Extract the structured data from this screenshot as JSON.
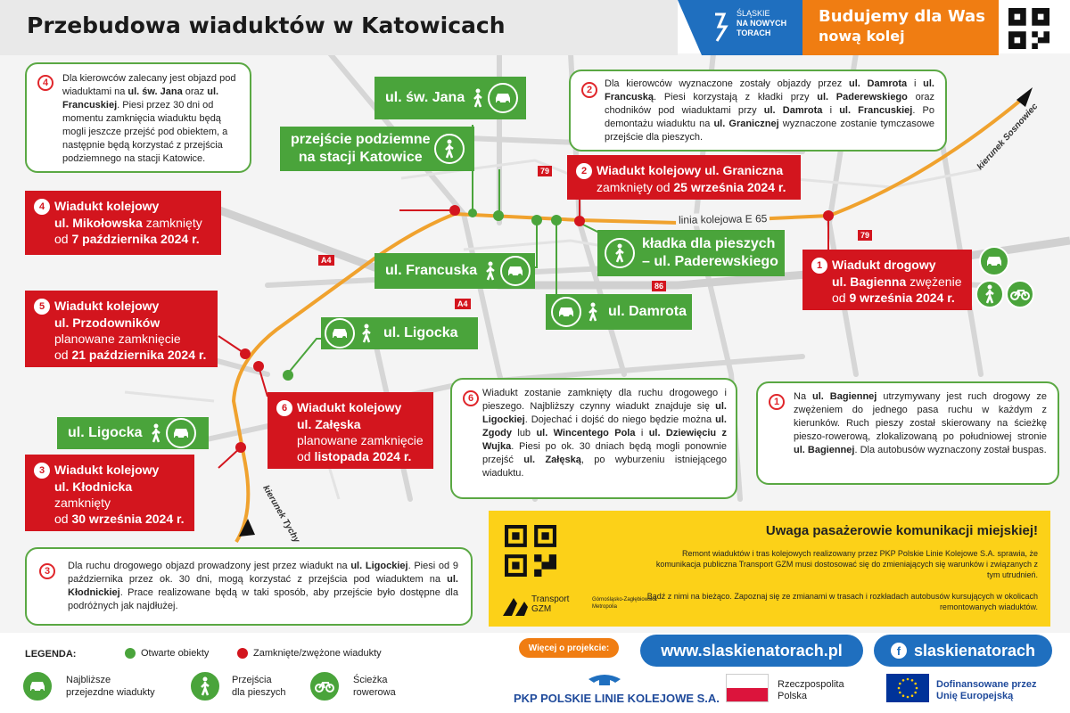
{
  "header": {
    "title": "Przebudowa wiaduktów w Katowicach",
    "brand_lines": [
      "ŚLĄSKIE",
      "NA NOWYCH",
      "TORACH"
    ],
    "slogan_1": "Budujemy dla Was",
    "slogan_2": "nową kolej"
  },
  "map_labels": {
    "railway": "linia kolejowa E 65",
    "dir_sosnowiec": "kierunek Sosnowiec",
    "dir_tychy": "kierunek Tychy",
    "road_79a": "79",
    "road_79b": "79",
    "road_a4a": "A4",
    "road_a4b": "A4",
    "road_86": "86"
  },
  "info_boxes": {
    "box4": {
      "num": "4",
      "text_html": "Dla kierowców zalecany jest objazd pod wiaduktami na <b>ul. św. Jana</b> oraz <b>ul. Francuskiej</b>. Piesi przez 30 dni od momentu zamknięcia wiaduktu będą mogli jeszcze przejść pod obiektem, a następnie będą korzystać z przejścia podziemnego na stacji Katowice."
    },
    "box2": {
      "num": "2",
      "text_html": "Dla kierowców wyznaczone zostały objazdy przez <b>ul. Damrota</b> i <b>ul. Francuską</b>. Piesi korzystają z kładki przy <b>ul. Paderewskiego</b> oraz chodników pod wiaduktami przy <b>ul. Damrota</b> i <b>ul. Francuskiej</b>. Po demontażu wiaduktu na <b>ul. Granicznej</b> wyznaczone zostanie tymczasowe przejście dla pieszych."
    },
    "box6": {
      "num": "6",
      "text_html": "Wiadukt zostanie zamknięty dla ruchu drogowego i pieszego. Najbliższy czynny wiadukt znajduje się <b>ul. Ligockiej</b>. Dojechać i dojść do niego będzie można <b>ul. Zgody</b> lub <b>ul. Wincentego Pola</b> i <b>ul. Dziewięciu z Wujka</b>. Piesi po ok. 30 dniach będą mogli ponownie przejść <b>ul. Załęską</b>, po wyburzeniu istniejącego wiaduktu."
    },
    "box1": {
      "num": "1",
      "text_html": "Na <b>ul. Bagiennej</b> utrzymywany jest ruch drogowy ze zwężeniem do jednego pasa ruchu w każdym z kierunków. Ruch pieszy został skierowany na ścieżkę pieszo-rowerową, zlokalizowaną po południowej stronie <b>ul. Bagiennej</b>. Dla autobusów wyznaczony został buspas."
    },
    "box3": {
      "num": "3",
      "text_html": "Dla ruchu drogowego objazd prowadzony jest przez wiadukt na <b>ul. Ligockiej</b>. Piesi od 9 października przez ok. 30 dni, mogą korzystać z przejścia pod wiaduktem na <b>ul. Kłodnickiej</b>. Prace realizowane będą w taki sposób, aby przejście było dostępne dla podróżnych jak najdłużej."
    }
  },
  "closures": {
    "c4": {
      "num": "4",
      "l1": "Wiadukt kolejowy",
      "l2_bold": "ul. Mikołowska",
      "l2_rest": " zamknięty",
      "l3_pre": "od ",
      "l3_bold": "7 października 2024 r."
    },
    "c2": {
      "num": "2",
      "l1": "Wiadukt kolejowy ul. Graniczna",
      "l2_pre": "zamknięty od ",
      "l2_bold": "25 września 2024 r."
    },
    "c1": {
      "num": "1",
      "l1": "Wiadukt drogowy",
      "l2_bold": "ul. Bagienna",
      "l2_rest": " zwężenie",
      "l3_pre": "od ",
      "l3_bold": "9 września 2024 r."
    },
    "c5": {
      "num": "5",
      "l1": "Wiadukt kolejowy",
      "l2_bold": "ul. Przodowników",
      "l3": "planowane zamknięcie",
      "l4_pre": "od ",
      "l4_bold": "21 października 2024 r."
    },
    "c6": {
      "num": "6",
      "l1": "Wiadukt kolejowy",
      "l2_bold": "ul. Załęska",
      "l3": "planowane zamknięcie",
      "l4_pre": "od ",
      "l4_bold": "listopada 2024 r."
    },
    "c3": {
      "num": "3",
      "l1": "Wiadukt kolejowy",
      "l2_bold": "ul. Kłodnicka",
      "l3": "zamknięty",
      "l4_pre": "od ",
      "l4_bold": "30 września 2024 r."
    }
  },
  "open_objects": {
    "jana": "ul. św. Jana",
    "przejscie_1": "przejście podziemne",
    "przejscie_2": "na stacji Katowice",
    "francuska": "ul. Francuska",
    "kladka_1": "kładka dla pieszych",
    "kladka_2": "– ul. Paderewskiego",
    "damrota": "ul. Damrota",
    "ligocka_top": "ul. Ligocka",
    "ligocka_bottom": "ul. Ligocka"
  },
  "notice": {
    "title": "Uwaga pasażerowie komunikacji miejskiej!",
    "p1": "Remont wiaduktów i tras kolejowych realizowany przez PKP Polskie Linie Kolejowe S.A. sprawia, że komunikacja publiczna Transport GZM musi dostosować się do zmieniających się warunków i związanych z tym utrudnień.",
    "p2": "Bądź z nimi na bieżąco. Zapoznaj się ze zmianami w trasach i rozkładach autobusów kursujących w okolicach remontowanych wiaduktów.",
    "gzm_1": "Transport",
    "gzm_2": "GZM",
    "metropolia_1": "Górnośląsko-Zagłębiowska",
    "metropolia_2": "Metropolia"
  },
  "legend": {
    "title": "LEGENDA:",
    "open": "Otwarte obiekty",
    "closed": "Zamknięte/zwężone wiadukty",
    "car_1": "Najbliższe",
    "car_2": "przejezdne wiadukty",
    "ped_1": "Przejścia",
    "ped_2": "dla pieszych",
    "bike_1": "Ścieżka",
    "bike_2": "rowerowa"
  },
  "footer": {
    "more": "Więcej o projekcie:",
    "website": "www.slaskienatorach.pl",
    "facebook": "slaskienatorach",
    "pkp": "PKP POLSKIE LINIE KOLEJOWE S.A.",
    "rp_1": "Rzeczpospolita",
    "rp_2": "Polska",
    "eu_1": "Dofinansowane przez",
    "eu_2": "Unię Europejską"
  },
  "colors": {
    "green": "#4aa43b",
    "red": "#d3151e",
    "orange_rail": "#f0a22e",
    "blue": "#1f6fbf",
    "yellow": "#fcd118"
  }
}
